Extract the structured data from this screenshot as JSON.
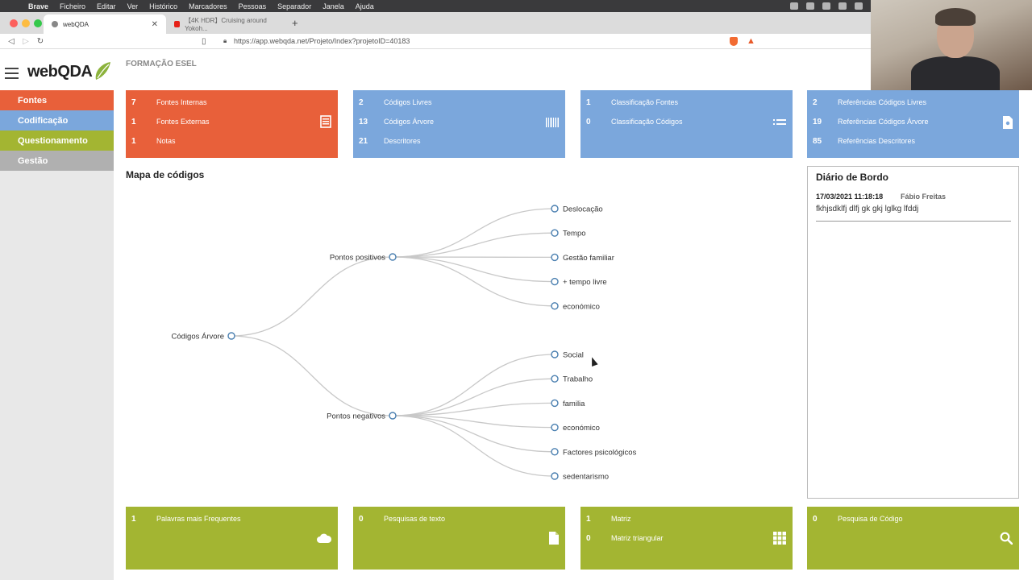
{
  "menubar": {
    "items": [
      "Brave",
      "Ficheiro",
      "Editar",
      "Ver",
      "Histórico",
      "Marcadores",
      "Pessoas",
      "Separador",
      "Janela",
      "Ajuda"
    ]
  },
  "browser": {
    "tabs": [
      {
        "label": "webQDA"
      },
      {
        "label": "【4K HDR】Cruising around Yokoh..."
      }
    ],
    "url": "https://app.webqda.net/Projeto/Index?projetoID=40183"
  },
  "app": {
    "logo": "webQDA",
    "project_title": "FORMAÇÃO ESEL"
  },
  "sidebar": {
    "items": [
      {
        "label": "Fontes",
        "color": "#e8603a"
      },
      {
        "label": "Codificação",
        "color": "#7ba7dc"
      },
      {
        "label": "Questionamento",
        "color": "#a3b532"
      },
      {
        "label": "Gestão",
        "color": "#b0b0b0"
      }
    ]
  },
  "cards_top": [
    {
      "icon": "document-icon",
      "rows": [
        {
          "count": "7",
          "label": "Fontes Internas"
        },
        {
          "count": "1",
          "label": "Fontes Externas"
        },
        {
          "count": "1",
          "label": "Notas"
        }
      ]
    },
    {
      "icon": "barcode-icon",
      "rows": [
        {
          "count": "2",
          "label": "Códigos Livres"
        },
        {
          "count": "13",
          "label": "Códigos Árvore"
        },
        {
          "count": "21",
          "label": "Descritores"
        }
      ]
    },
    {
      "icon": "list-icon",
      "rows": [
        {
          "count": "1",
          "label": "Classificação Fontes"
        },
        {
          "count": "0",
          "label": "Classificação Códigos"
        }
      ]
    },
    {
      "icon": "file-icon",
      "rows": [
        {
          "count": "2",
          "label": "Referências Códigos Livres"
        },
        {
          "count": "19",
          "label": "Referências Códigos Árvore"
        },
        {
          "count": "85",
          "label": "Referências Descritores"
        }
      ]
    }
  ],
  "cards_bottom": [
    {
      "icon": "cloud-icon",
      "rows": [
        {
          "count": "1",
          "label": "Palavras mais Frequentes"
        }
      ]
    },
    {
      "icon": "file-icon",
      "rows": [
        {
          "count": "0",
          "label": "Pesquisas de texto"
        }
      ]
    },
    {
      "icon": "grid-icon",
      "rows": [
        {
          "count": "1",
          "label": "Matriz"
        },
        {
          "count": "0",
          "label": "Matriz triangular"
        }
      ]
    },
    {
      "icon": "search-icon",
      "rows": [
        {
          "count": "0",
          "label": "Pesquisa de Código"
        }
      ]
    }
  ],
  "code_map": {
    "title": "Mapa de códigos",
    "root": "Códigos Árvore",
    "branches": [
      {
        "label": "Pontos positivos",
        "children": [
          "Deslocação",
          "Tempo",
          "Gestão familiar",
          "+ tempo livre",
          "económico"
        ]
      },
      {
        "label": "Pontos negativos",
        "children": [
          "Social",
          "Trabalho",
          "familia",
          "económico",
          "Factores psicológicos",
          "sedentarismo"
        ]
      }
    ]
  },
  "diary": {
    "title": "Diário de Bordo",
    "entry_date": "17/03/2021 11:18:18",
    "entry_author": "Fábio Freitas",
    "entry_text": "fkhjsdklfj dlfj gk gkj lglkg lfddj"
  }
}
